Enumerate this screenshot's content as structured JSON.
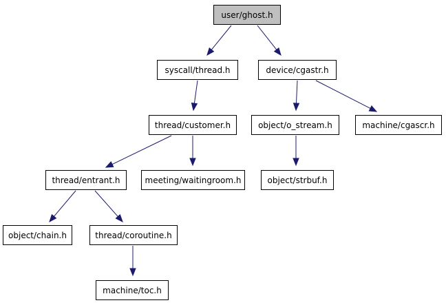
{
  "graph": {
    "nodes": [
      {
        "id": "ghost",
        "label": "user/ghost.h",
        "root": true
      },
      {
        "id": "thread",
        "label": "syscall/thread.h"
      },
      {
        "id": "cgastr",
        "label": "device/cgastr.h"
      },
      {
        "id": "customer",
        "label": "thread/customer.h"
      },
      {
        "id": "ostream",
        "label": "object/o_stream.h"
      },
      {
        "id": "cgascr",
        "label": "machine/cgascr.h"
      },
      {
        "id": "entrant",
        "label": "thread/entrant.h"
      },
      {
        "id": "waitingroom",
        "label": "meeting/waitingroom.h"
      },
      {
        "id": "strbuf",
        "label": "object/strbuf.h"
      },
      {
        "id": "chain",
        "label": "object/chain.h"
      },
      {
        "id": "coroutine",
        "label": "thread/coroutine.h"
      },
      {
        "id": "toc",
        "label": "machine/toc.h"
      }
    ],
    "edges": [
      {
        "from": "ghost",
        "to": "thread"
      },
      {
        "from": "ghost",
        "to": "cgastr"
      },
      {
        "from": "thread",
        "to": "customer"
      },
      {
        "from": "cgastr",
        "to": "ostream"
      },
      {
        "from": "cgastr",
        "to": "cgascr"
      },
      {
        "from": "customer",
        "to": "entrant"
      },
      {
        "from": "customer",
        "to": "waitingroom"
      },
      {
        "from": "ostream",
        "to": "strbuf"
      },
      {
        "from": "entrant",
        "to": "chain"
      },
      {
        "from": "entrant",
        "to": "coroutine"
      },
      {
        "from": "coroutine",
        "to": "toc"
      }
    ],
    "colors": {
      "edge": "#1a1a6e",
      "root_fill": "#bfbfbf",
      "node_fill": "#ffffff",
      "border": "#000000"
    }
  }
}
